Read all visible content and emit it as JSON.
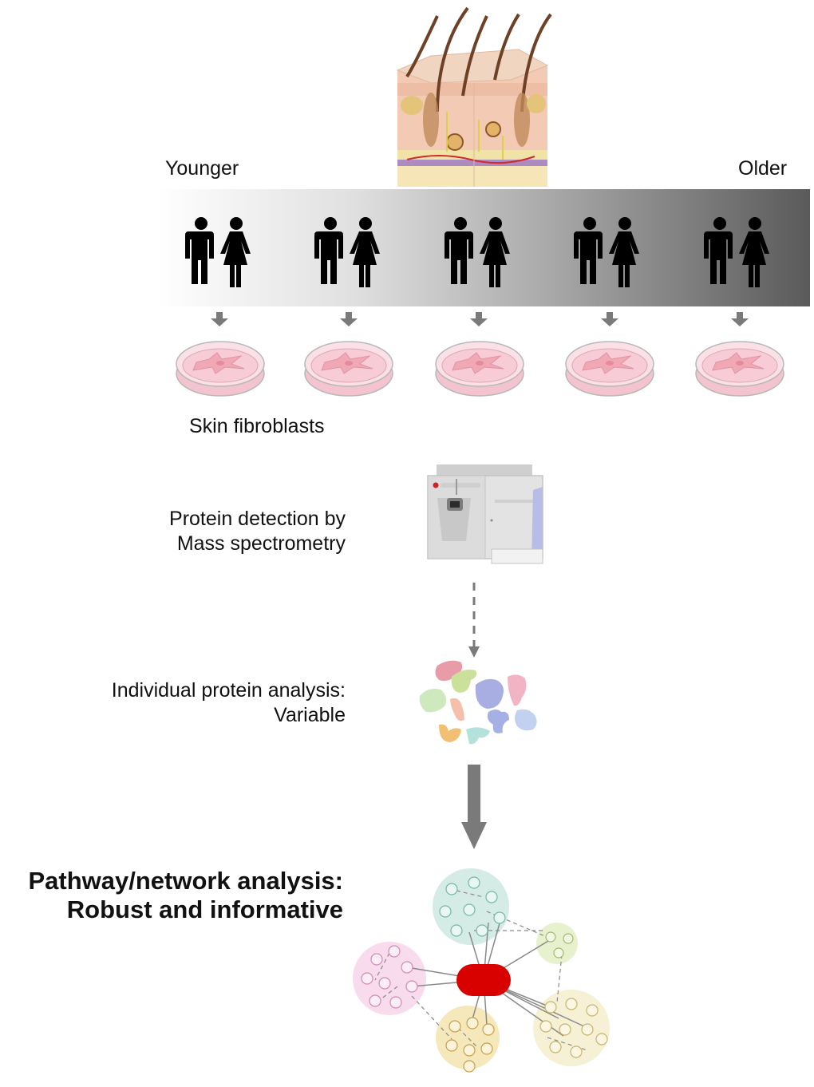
{
  "labels": {
    "younger": "Younger",
    "older": "Older",
    "skin_fibroblasts": "Skin fibroblasts",
    "protein_detection_line1": "Protein detection by",
    "protein_detection_line2": "Mass spectrometry",
    "individual_line1": "Individual protein analysis:",
    "individual_line2": "Variable",
    "pathway_line1": "Pathway/network analysis:",
    "pathway_line2": "Robust and informative"
  },
  "donor_groups": 5,
  "colors": {
    "person": "#000000",
    "arrow": "#7a7a7a",
    "dish": "#f6c9d3",
    "hub": "#d90000",
    "cluster_teal": "#cfe9e3",
    "cluster_pink": "#f7d7ea",
    "cluster_yellow": "#f4e6b2",
    "cluster_green": "#e6efc8",
    "cluster_cream": "#f5efcf"
  }
}
